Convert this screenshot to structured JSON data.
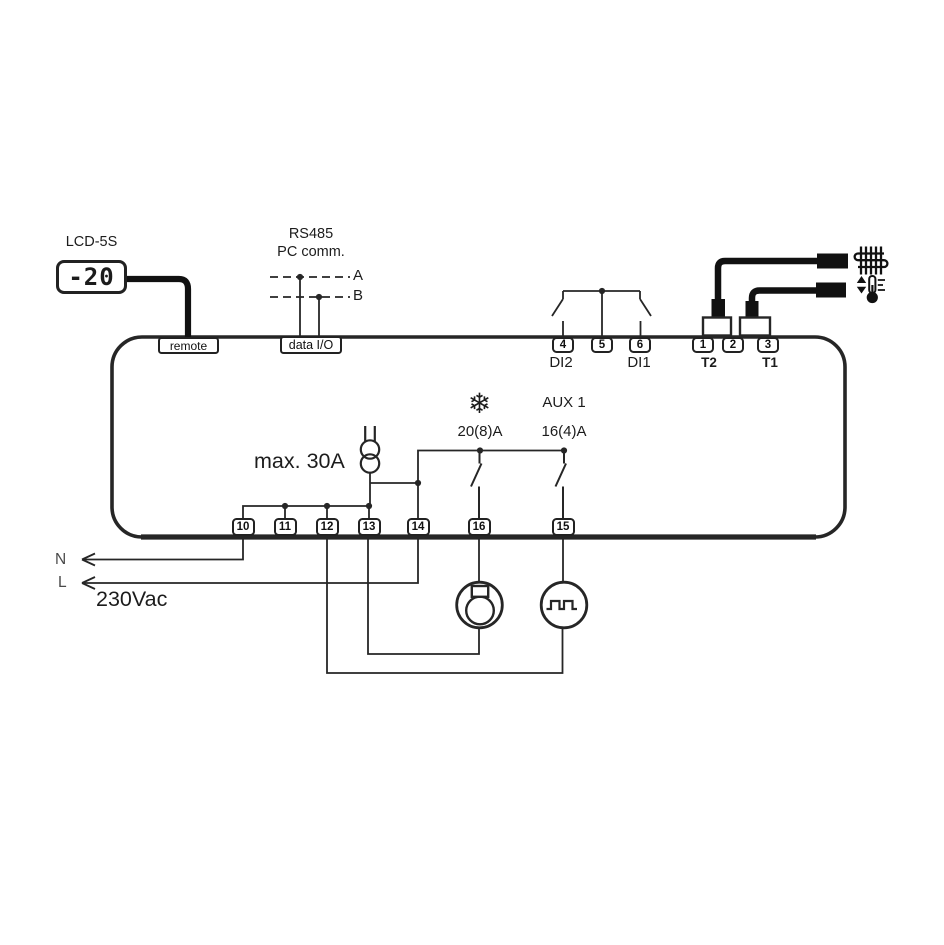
{
  "display": {
    "label": "LCD-5S",
    "value": "-20"
  },
  "rs485": {
    "title": "RS485",
    "subtitle": "PC comm.",
    "a": "A",
    "b": "B"
  },
  "terminals": {
    "remote": "remote",
    "data_io": "data I/O",
    "top": [
      "4",
      "5",
      "6",
      "1",
      "2",
      "3"
    ],
    "bottom": [
      "10",
      "11",
      "12",
      "13",
      "14",
      "16",
      "15"
    ]
  },
  "inputs": {
    "di2": "DI2",
    "di1": "DI1"
  },
  "probes": {
    "t2": "T2",
    "t1": "T1"
  },
  "relays": {
    "compressor_icon": "❄",
    "compressor_rating": "20(8)A",
    "aux_label": "AUX 1",
    "aux_rating": "16(4)A"
  },
  "power": {
    "max_current": "max. 30A",
    "neutral": "N",
    "line": "L",
    "voltage": "230Vac"
  },
  "icons": {
    "compressor_output": "snowflake-icon",
    "defrost_probe": "evaporator-coil-icon",
    "air_probe": "thermometer-icon"
  },
  "colors": {
    "line": "#262626",
    "solid": "#111111",
    "muted": "#4a4a4a"
  }
}
